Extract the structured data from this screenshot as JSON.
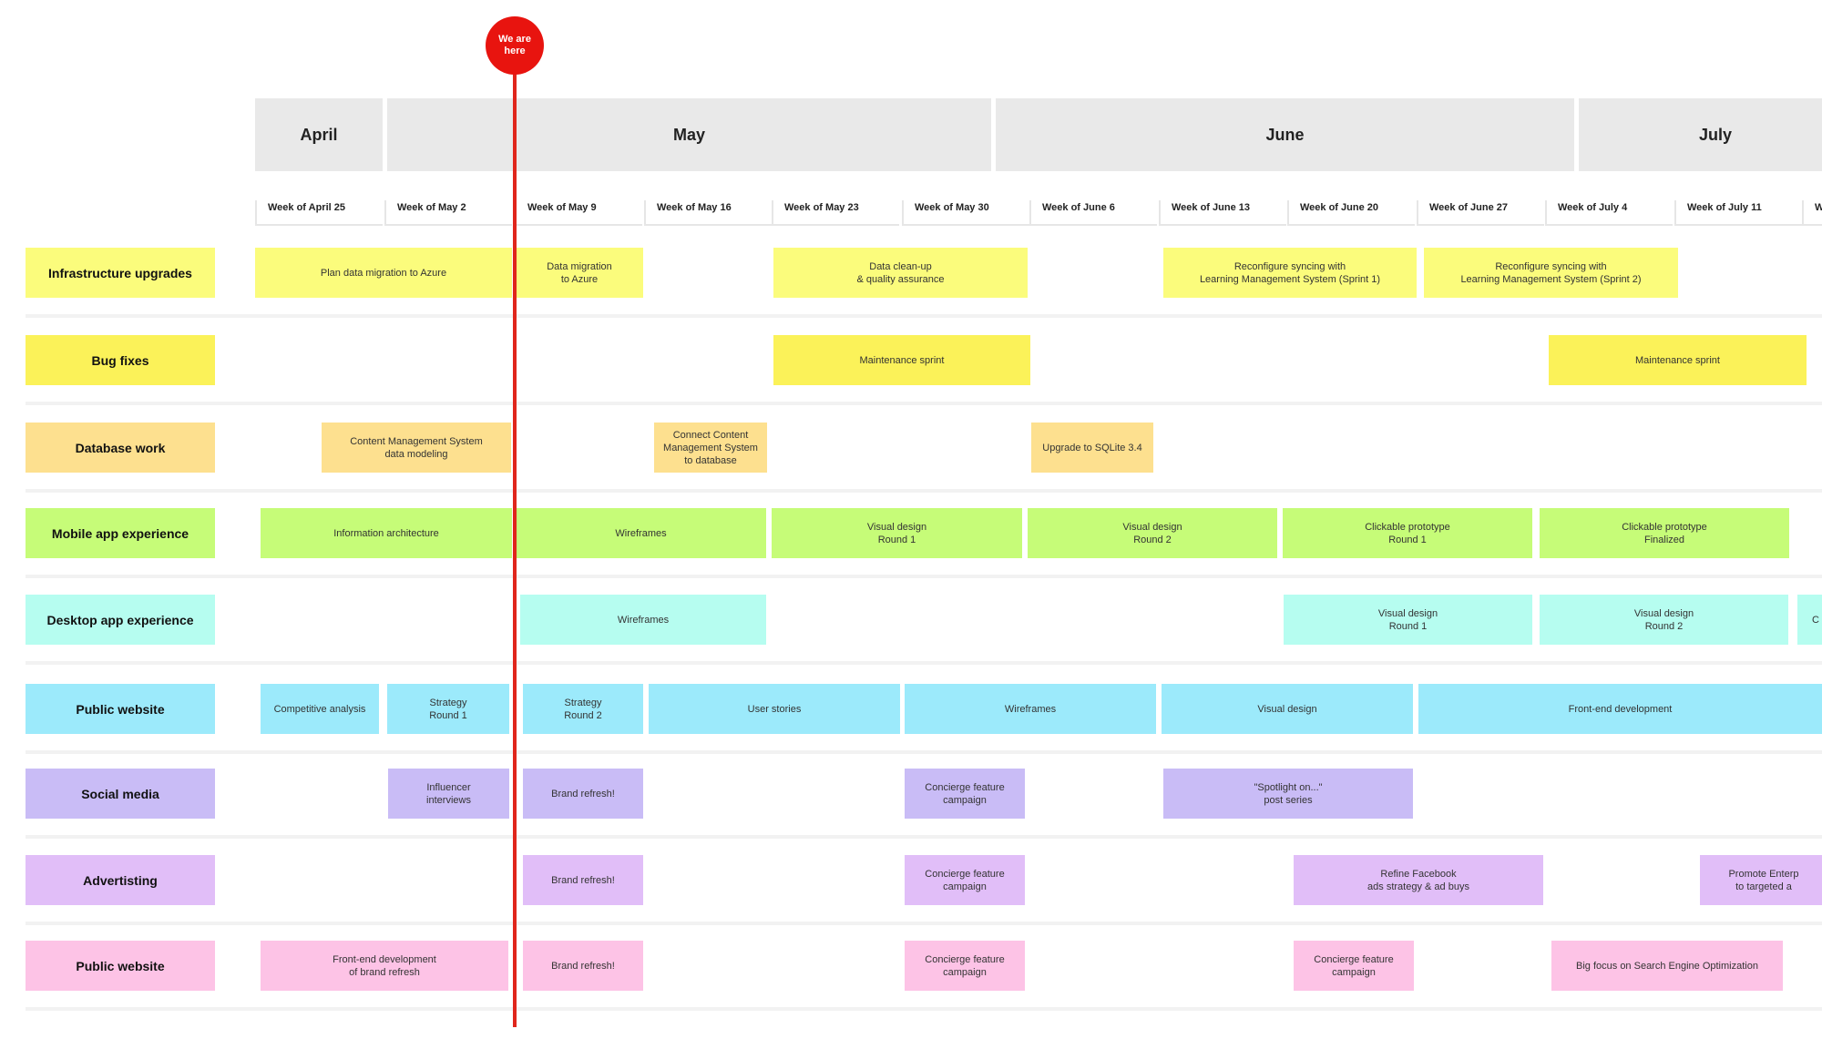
{
  "colors": {
    "infra": "#fbfc7c",
    "bugs": "#fbf259",
    "db": "#fde08f",
    "mobile": "#c6fc78",
    "desktop": "#b6fdf0",
    "website": "#9ceafb",
    "social": "#c9bcf6",
    "ads": "#e1bef8",
    "pink": "#fdc3e6",
    "marker": "#e8140f"
  },
  "marker": {
    "label": "We are\nhere"
  },
  "months": [
    "April",
    "May",
    "June",
    "July"
  ],
  "weeks": [
    "Week of April 25",
    "Week of May 2",
    "Week of May 9",
    "Week of May 16",
    "Week of May 23",
    "Week of May 30",
    "Week of June 6",
    "Week of June 13",
    "Week of June 20",
    "Week of June 27",
    "Week of July 4",
    "Week of July 11",
    "W"
  ],
  "rows": [
    {
      "label": "Infrastructure upgrades",
      "color": "infra",
      "tasks": [
        "Plan data migration to Azure",
        "Data migration\nto Azure",
        "Data clean-up\n& quality assurance",
        "Reconfigure syncing with\nLearning Management System (Sprint 1)",
        "Reconfigure syncing with\nLearning Management System (Sprint 2)"
      ]
    },
    {
      "label": "Bug fixes",
      "color": "bugs",
      "tasks": [
        "Maintenance sprint",
        "Maintenance sprint"
      ]
    },
    {
      "label": "Database work",
      "color": "db",
      "tasks": [
        "Content Management System\ndata modeling",
        "Connect Content\nManagement System\nto database",
        "Upgrade to SQLite 3.4"
      ]
    },
    {
      "label": "Mobile app experience",
      "color": "mobile",
      "tasks": [
        "Information architecture",
        "Wireframes",
        "Visual design\nRound 1",
        "Visual design\nRound 2",
        "Clickable prototype\nRound 1",
        "Clickable prototype\nFinalized"
      ]
    },
    {
      "label": "Desktop app experience",
      "color": "desktop",
      "tasks": [
        "Wireframes",
        "Visual design\nRound 1",
        "Visual design\nRound 2",
        "C"
      ]
    },
    {
      "label": "Public website",
      "color": "website",
      "tasks": [
        "Competitive analysis",
        "Strategy\nRound 1",
        "Strategy\nRound 2",
        "User stories",
        "Wireframes",
        "Visual design",
        "Front-end development"
      ]
    },
    {
      "label": "Social media",
      "color": "social",
      "tasks": [
        "Influencer\ninterviews",
        "Brand refresh!",
        "Concierge feature\ncampaign",
        "\"Spotlight on...\"\npost series"
      ]
    },
    {
      "label": "Advertisting",
      "color": "ads",
      "tasks": [
        "Brand refresh!",
        "Concierge feature\ncampaign",
        "Refine Facebook\nads strategy & ad buys",
        "Promote Enterp\nto targeted a"
      ]
    },
    {
      "label": "Public website",
      "color": "pink",
      "tasks": [
        "Front-end development\nof brand refresh",
        "Brand refresh!",
        "Concierge feature\ncampaign",
        "Concierge feature\ncampaign",
        "Big focus on Search Engine Optimization"
      ]
    }
  ]
}
